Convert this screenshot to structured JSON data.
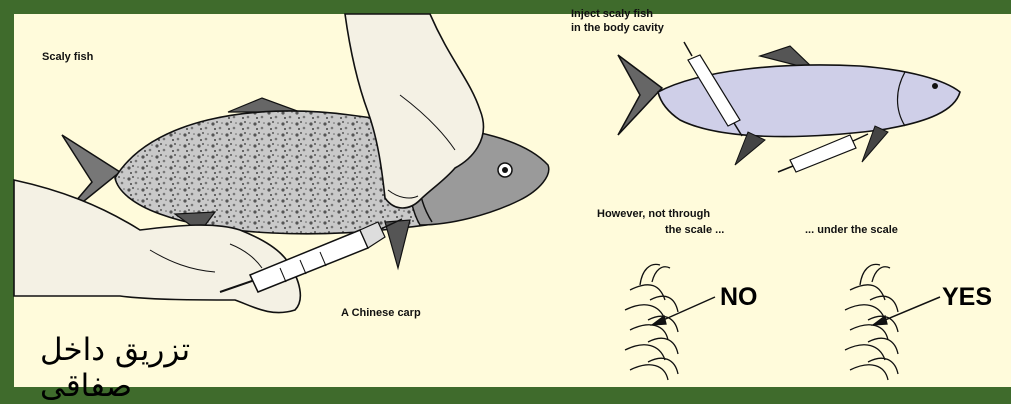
{
  "left_panel": {
    "title": "Scaly fish",
    "species_label": "A Chinese carp",
    "caption": "تزريق داخل صفاقى"
  },
  "right_panel": {
    "instruction_line1": "Inject scaly fish",
    "instruction_line2": "in the body cavity",
    "however_line1": "However, not through",
    "however_line2": "the scale ...",
    "under_label": "... under the scale",
    "no_label": "NO",
    "yes_label": "YES"
  },
  "colors": {
    "frame": "#3f6b2c",
    "background": "#fffbdb",
    "fish_body_right": "#cfcfe8"
  }
}
